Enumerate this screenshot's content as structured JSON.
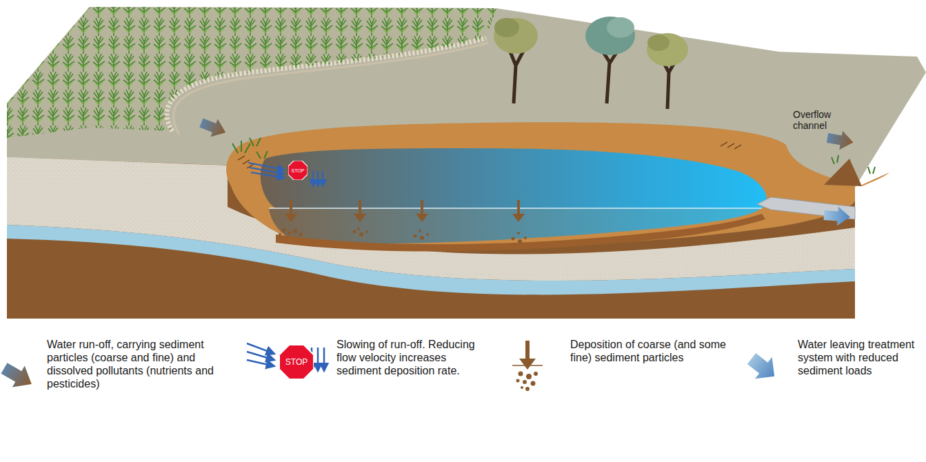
{
  "diagram": {
    "nodes": [
      {
        "text": [
          "STOP"
        ]
      },
      {
        "text": [
          "STOP"
        ]
      }
    ],
    "labels": [
      "Overflow channel"
    ],
    "legend": [
      {
        "text": "Water run-off, carrying sediment particles (coarse and fine) and dissolved pollutants (nutrients and pesticides)"
      },
      {
        "text": "Slowing of run-off. Reducing flow velocity increases sediment deposition rate."
      },
      {
        "text": "Deposition of coarse (and some fine) sediment particles"
      },
      {
        "text": "Water leaving treatment system with reduced sediment loads"
      }
    ]
  }
}
